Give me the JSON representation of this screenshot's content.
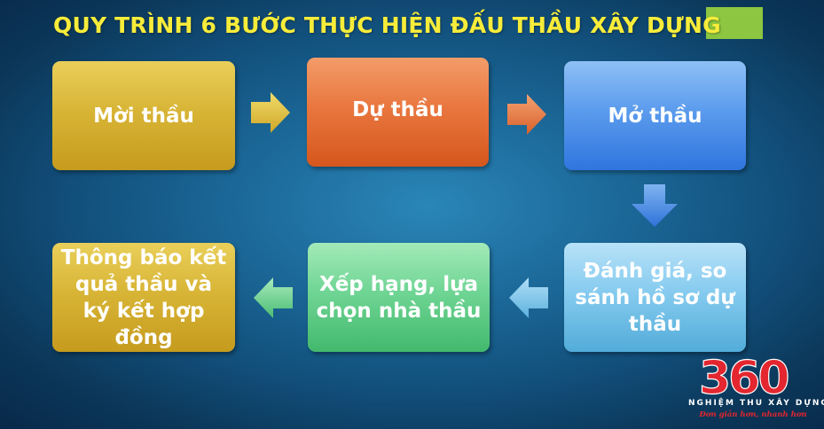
{
  "title": "QUY TRÌNH 6  BƯỚC THỰC HIỆN ĐẤU THẦU XÂY DỰNG",
  "colors": {
    "title": "#f7ec3a",
    "highlight": "#8dc640",
    "step1": "#d8b536",
    "step2": "#e9773f",
    "step3": "#5c9ced",
    "step4": "#86cbef",
    "step5": "#6fd594",
    "step6": "#d8b536"
  },
  "steps": [
    {
      "label": "Mời thầu"
    },
    {
      "label": "Dự thầu"
    },
    {
      "label": "Mở thầu"
    },
    {
      "label": "Đánh giá, so sánh hồ sơ dự thầu"
    },
    {
      "label": "Xếp hạng, lựa chọn nhà thầu"
    },
    {
      "label": "Thông báo kết quả thầu và ký kết hợp đồng"
    }
  ],
  "logo": {
    "number": "360",
    "subtitle": "NGHIỆM THU XÂY DỰNG",
    "slogan": "Đơn giản hơn, nhanh hơn"
  }
}
